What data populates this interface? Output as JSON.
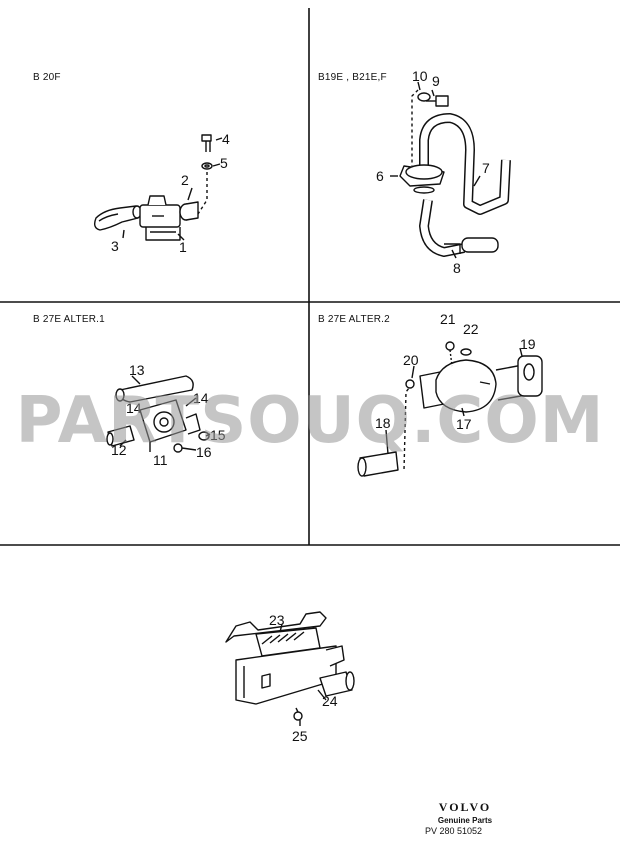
{
  "panels": {
    "top_left": {
      "label": "B 20F"
    },
    "top_right": {
      "label": "B19E , B21E,F"
    },
    "mid_left": {
      "label": "B 27E  ALTER.1"
    },
    "mid_right": {
      "label": "B 27E  ALTER.2"
    }
  },
  "callouts": [
    "1",
    "2",
    "3",
    "4",
    "5",
    "6",
    "7",
    "8",
    "9",
    "10",
    "11",
    "12",
    "13",
    "14",
    "14",
    "15",
    "16",
    "17",
    "18",
    "19",
    "20",
    "21",
    "22",
    "23",
    "24",
    "25"
  ],
  "watermark": "PARTSOUQ.COM",
  "footer": {
    "brand": "VOLVO",
    "tagline": "Genuine Parts",
    "ref": "PV   280 51052"
  }
}
